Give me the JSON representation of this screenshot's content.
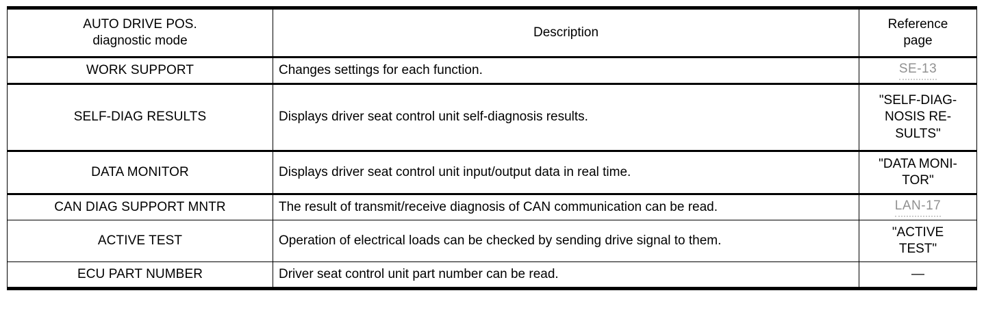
{
  "table": {
    "columns": [
      {
        "id": "mode",
        "header_lines": [
          "AUTO DRIVE POS.",
          "diagnostic mode"
        ]
      },
      {
        "id": "description",
        "header_lines": [
          "Description"
        ]
      },
      {
        "id": "reference",
        "header_lines": [
          "Reference",
          "page"
        ]
      }
    ],
    "rows": [
      {
        "mode": "WORK SUPPORT",
        "description": "Changes settings for each function.",
        "reference_lines": [
          "SE-13"
        ],
        "reference_style": "link"
      },
      {
        "mode": "SELF-DIAG RESULTS",
        "description": "Displays driver seat control unit self-diagnosis results.",
        "reference_lines": [
          "\"SELF-DIAG-",
          "NOSIS RE-",
          "SULTS\""
        ],
        "reference_style": "plain"
      },
      {
        "mode": "DATA MONITOR",
        "description": "Displays driver seat control unit input/output data in real time.",
        "reference_lines": [
          "\"DATA MONI-",
          "TOR\""
        ],
        "reference_style": "plain"
      },
      {
        "mode": "CAN DIAG SUPPORT MNTR",
        "description": "The result of transmit/receive diagnosis of CAN communication can be read.",
        "reference_lines": [
          "LAN-17"
        ],
        "reference_style": "link"
      },
      {
        "mode": "ACTIVE TEST",
        "description": "Operation of electrical loads can be checked by sending drive signal to them.",
        "reference_lines": [
          "\"ACTIVE",
          "TEST\""
        ],
        "reference_style": "plain"
      },
      {
        "mode": "ECU PART NUMBER",
        "description": "Driver seat control unit part number can be read.",
        "reference_lines": [
          "—"
        ],
        "reference_style": "plain"
      }
    ]
  },
  "colors": {
    "text": "#000000",
    "background": "#ffffff",
    "rule": "#000000",
    "link_faded": "#9a9a9a"
  }
}
